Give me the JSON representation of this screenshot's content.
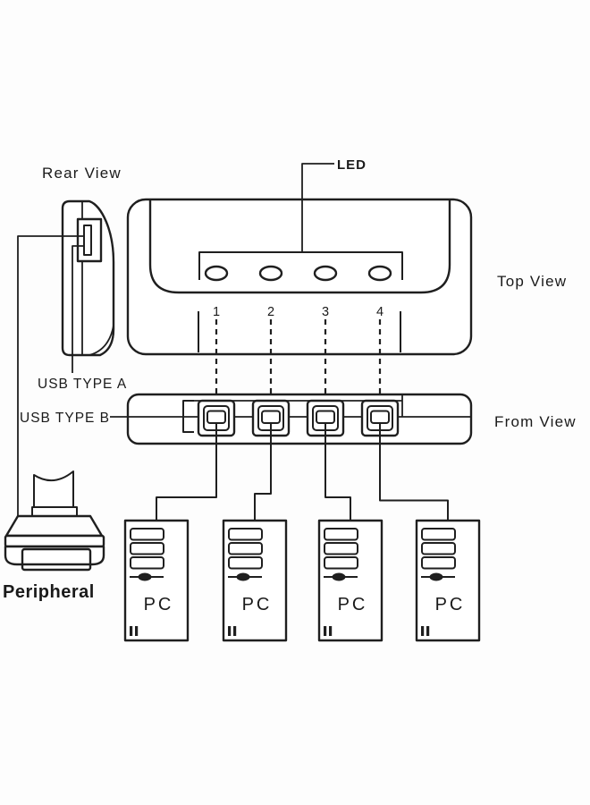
{
  "diagram": {
    "labels": {
      "rear_view": "Rear View",
      "led": "LED",
      "top_view": "Top View",
      "usb_type_a": "USB TYPE A",
      "usb_type_b": "USB TYPE B",
      "from_view": "From View",
      "peripheral": "Peripheral"
    },
    "port_numbers": [
      "1",
      "2",
      "3",
      "4"
    ],
    "pc_labels": [
      "PC",
      "PC",
      "PC",
      "PC"
    ],
    "led_count": 4,
    "usb_b_port_count": 4,
    "colors": {
      "line": "#1f1f1f",
      "device_gray": "#9aa1ad",
      "text": "#1a1a1a",
      "background": "#fdfdfd"
    }
  }
}
